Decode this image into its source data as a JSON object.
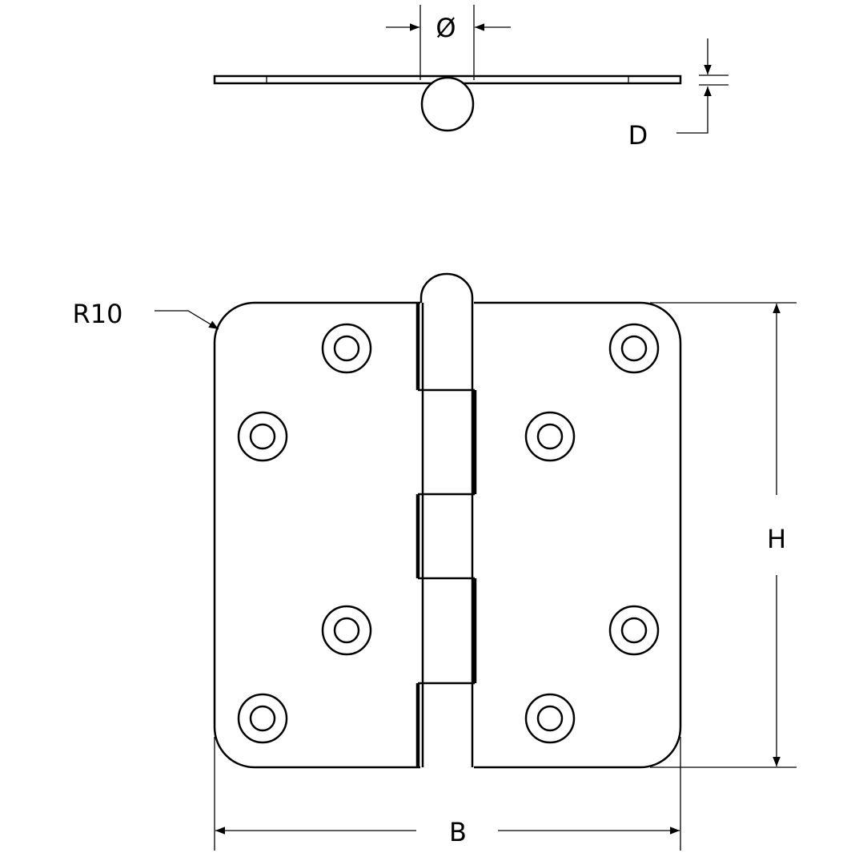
{
  "drawing": {
    "labels": {
      "diameter": "Ø",
      "thickness": "D",
      "radius": "R10",
      "height": "H",
      "width": "B"
    },
    "colors": {
      "line": "#000000",
      "background": "#ffffff"
    }
  }
}
